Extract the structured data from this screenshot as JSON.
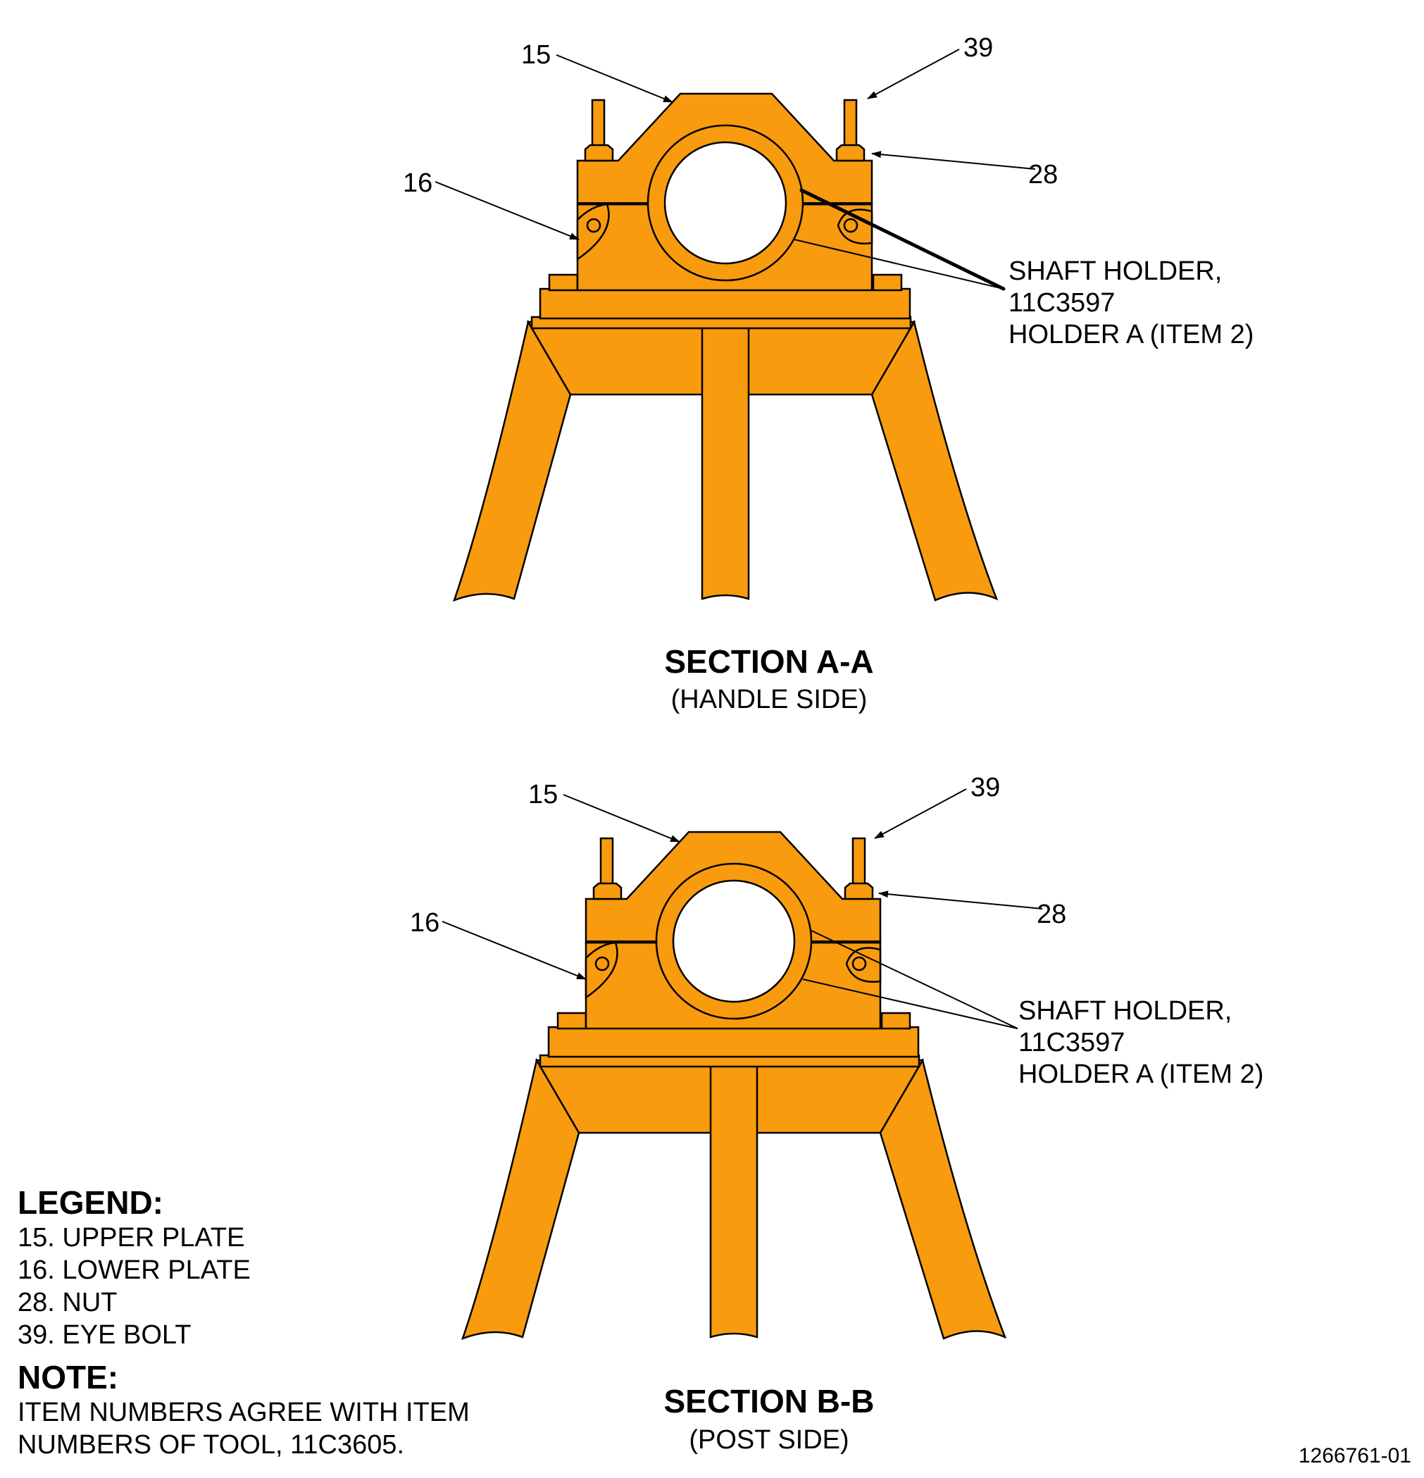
{
  "colors": {
    "part_fill": "#f89b0e",
    "outline": "#000000"
  },
  "section_a": {
    "title": "SECTION A-A",
    "subtitle": "(HANDLE SIDE)",
    "callouts": {
      "c15": "15",
      "c16": "16",
      "c28": "28",
      "c39": "39"
    },
    "shaft_holder": [
      "SHAFT HOLDER,",
      "11C3597",
      "HOLDER A (ITEM 2)"
    ]
  },
  "section_b": {
    "title": "SECTION B-B",
    "subtitle": "(POST SIDE)",
    "callouts": {
      "c15": "15",
      "c16": "16",
      "c28": "28",
      "c39": "39"
    },
    "shaft_holder": [
      "SHAFT HOLDER,",
      "11C3597",
      "HOLDER A (ITEM 2)"
    ]
  },
  "legend": {
    "title": "LEGEND:",
    "items": [
      "15. UPPER PLATE",
      "16. LOWER PLATE",
      "28. NUT",
      "39. EYE BOLT"
    ]
  },
  "note": {
    "title": "NOTE:",
    "lines": [
      "ITEM NUMBERS AGREE WITH ITEM",
      "NUMBERS OF TOOL, 11C3605."
    ]
  },
  "drawing_number": "1266761-01"
}
